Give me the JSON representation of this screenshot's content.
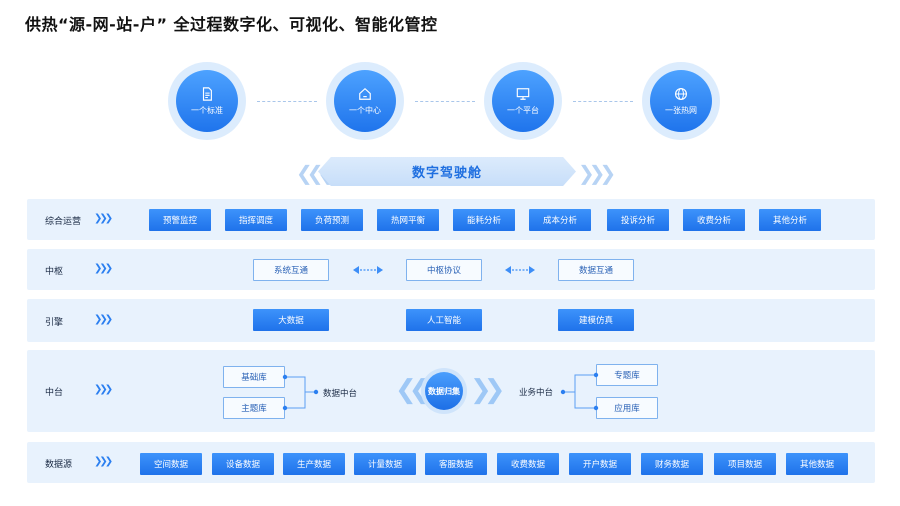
{
  "title": "供热“源-网-站-户” 全过程数字化、可视化、智能化管控",
  "circles": [
    {
      "label": "一个标准",
      "icon": "document-icon"
    },
    {
      "label": "一个中心",
      "icon": "home-icon"
    },
    {
      "label": "一个平台",
      "icon": "monitor-icon"
    },
    {
      "label": "一张热网",
      "icon": "globe-icon"
    }
  ],
  "cockpit": {
    "label": "数字驾驶舱"
  },
  "rows": {
    "ops": {
      "label": "综合运营",
      "items": [
        "预警监控",
        "指挥调度",
        "负荷预测",
        "热网平衡",
        "能耗分析",
        "成本分析",
        "投诉分析",
        "收费分析",
        "其他分析"
      ]
    },
    "hub": {
      "label": "中枢",
      "items": [
        "系统互通",
        "中枢协议",
        "数据互通"
      ]
    },
    "engine": {
      "label": "引擎",
      "items": [
        "大数据",
        "人工智能",
        "建模仿真"
      ]
    },
    "middle": {
      "label": "中台",
      "left": [
        "基础库",
        "主题库"
      ],
      "left_label": "数据中台",
      "center": "数据归集",
      "right_label": "业务中台",
      "right": [
        "专题库",
        "应用库"
      ]
    },
    "source": {
      "label": "数据源",
      "items": [
        "空间数据",
        "设备数据",
        "生产数据",
        "计量数据",
        "客服数据",
        "收费数据",
        "开户数据",
        "财务数据",
        "项目数据",
        "其他数据"
      ]
    }
  },
  "colors": {
    "primary": "#1f72ea",
    "row_bg": "#e8f2fd",
    "outline": "#7fb2ee"
  }
}
